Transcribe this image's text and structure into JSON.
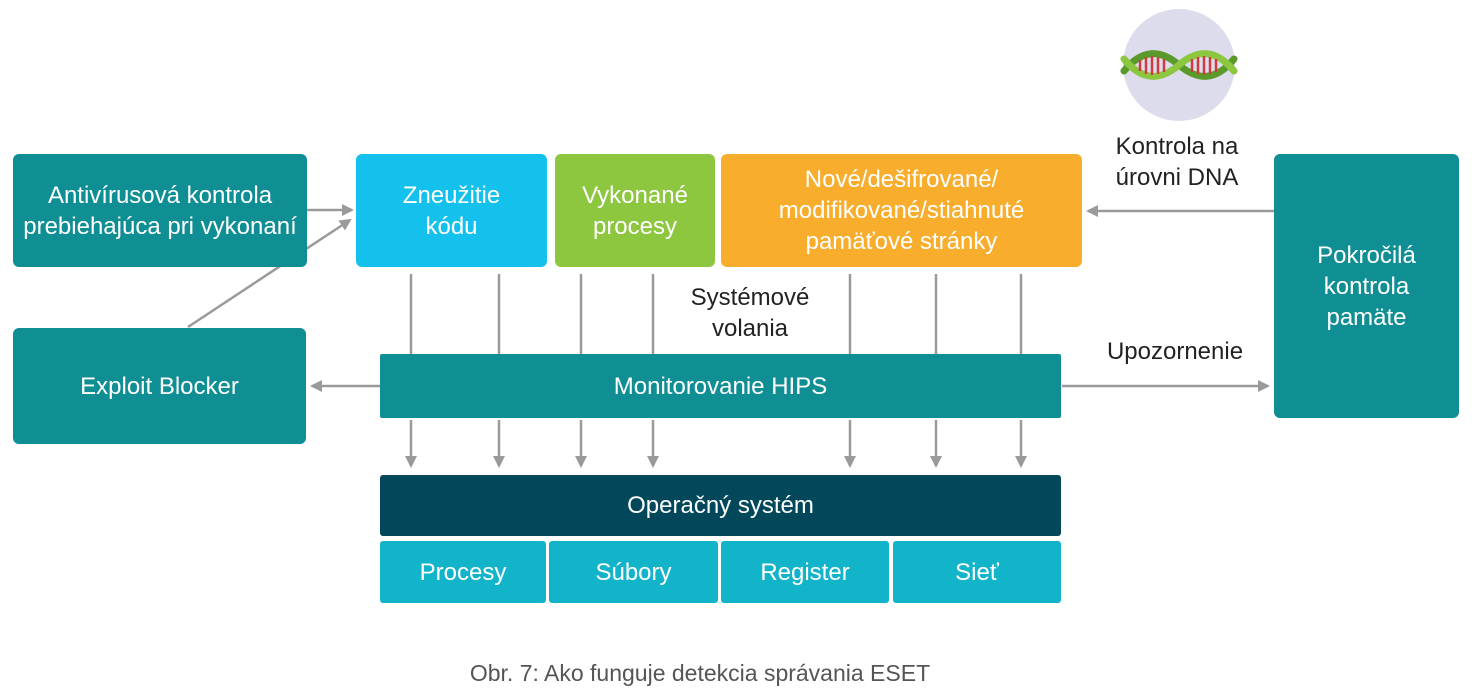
{
  "boxes": {
    "antivirus": "Antivírusová kontrola\nprebiehajúca pri vykonaní",
    "exploit_blocker": "Exploit Blocker",
    "zneuzitie": "Zneužitie\nkódu",
    "vykonane": "Vykonané\nprocesy",
    "nove": "Nové/dešifrované/\nmodifikované/stiahnuté\npamäťové stránky",
    "pokrocila": "Pokročilá\nkontrola\npamäte",
    "hips": "Monitorovanie HIPS",
    "os": "Operačný systém",
    "procesy": "Procesy",
    "subory": "Súbory",
    "register": "Register",
    "siet": "Sieť"
  },
  "labels": {
    "dna": "Kontrola na\núrovni DNA",
    "systemove": "Systémové\nvolania",
    "upozornenie": "Upozornenie"
  },
  "caption": "Obr. 7: Ako funguje detekcia správania ESET",
  "colors": {
    "teal": "#0f8f94",
    "cyan": "#14c0ec",
    "green": "#8dc63f",
    "orange": "#f8ad2c",
    "dark_teal": "#02485a",
    "light_cyan": "#11b4c9",
    "arrow_gray": "#9a9a9a"
  },
  "icons": [
    "dna-icon"
  ]
}
